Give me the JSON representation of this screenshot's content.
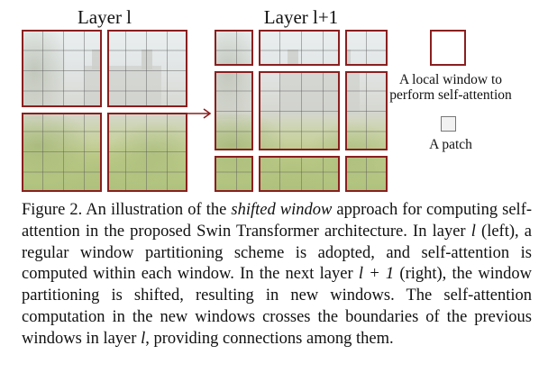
{
  "figure": {
    "left_title": "Layer l",
    "right_title": "Layer l+1",
    "legend": {
      "window_label_line1": "A local window to",
      "window_label_line2": "perform self-attention",
      "patch_label": "A patch"
    },
    "colors": {
      "window_border": "#8a1f1f",
      "patch_border": "#777777"
    }
  },
  "caption": {
    "prefix": "Figure 2. An illustration of the ",
    "emph1": "shifted window",
    "part2": " approach for computing self-attention in the proposed Swin Transformer architecture. In layer ",
    "var_l1": "l",
    "part3": " (left), a regular window partitioning scheme is adopted, and self-attention is computed within each window. In the next layer ",
    "var_l2": "l + 1",
    "part4": " (right), the window partitioning is shifted, resulting in new windows. The self-attention computation in the new windows crosses the boundaries of the previous windows in layer ",
    "var_l3": "l",
    "part5": ", providing connections among them."
  }
}
